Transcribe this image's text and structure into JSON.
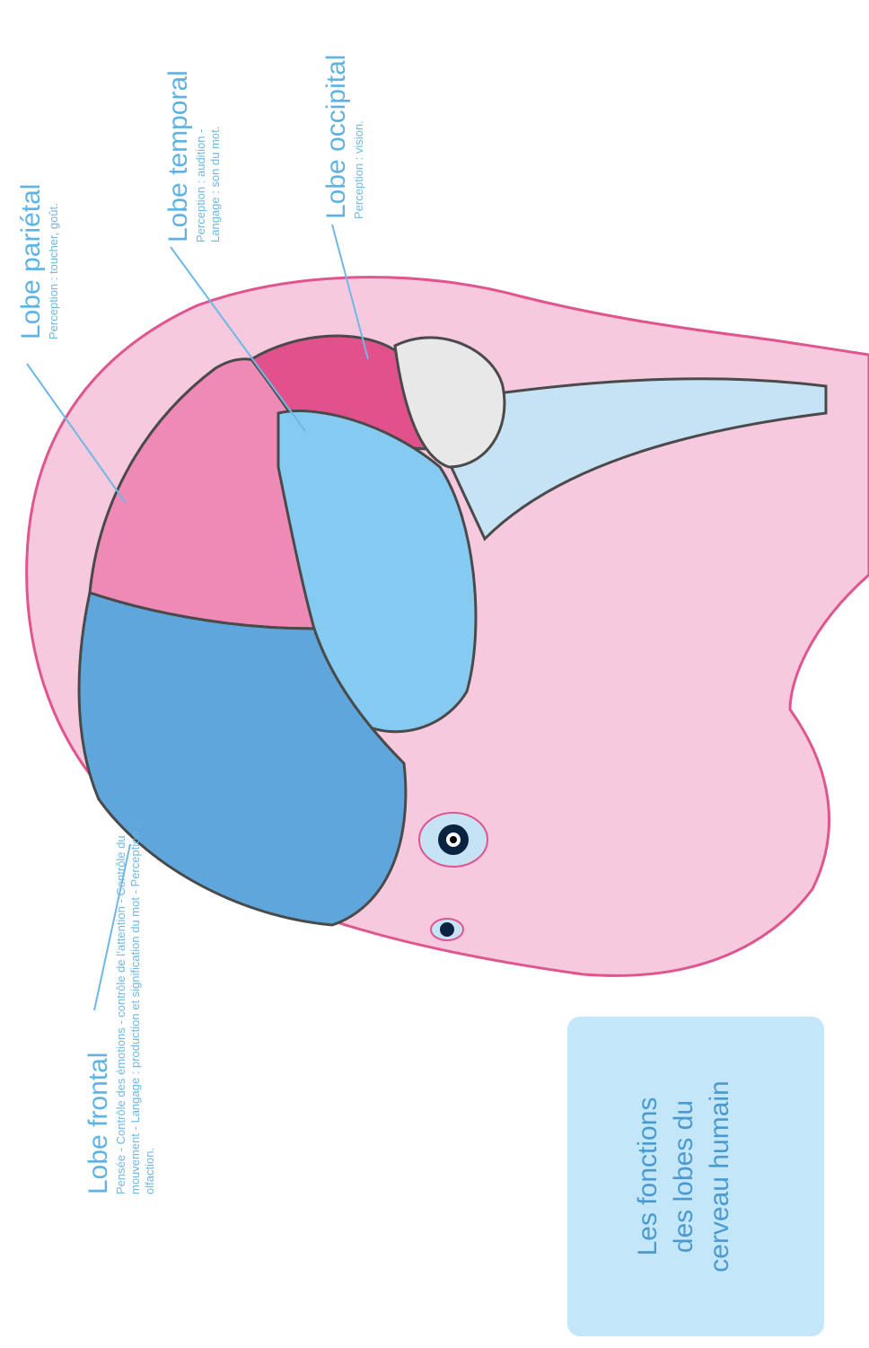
{
  "labels": {
    "parietal": {
      "title": "Lobe pariétal",
      "desc": "Perception : toucher, goût."
    },
    "temporal": {
      "title": "Lobe temporal",
      "desc1": "Perception : audition -",
      "desc2": "Langage : son du mot."
    },
    "occipital": {
      "title": "Lobe occipital",
      "desc": "Perception : vision."
    },
    "frontal": {
      "title": "Lobe frontal",
      "desc": "Pensée - Contrôle des émotions - contrôle de l’attention - Contrôle du mouvement - Langage : production et signification du mot - Perception : olfaction."
    }
  },
  "title_box": {
    "text": "Les fonctions\ndes lobes du\ncerveau humain"
  },
  "colors": {
    "head": "#f7c9de",
    "outline": "#e0558f",
    "frontal": "#5ea6dc",
    "parietal": "#ee8ab5",
    "temporal": "#85cbf1",
    "occipital": "#e1528c",
    "stem": "#c5e3f4",
    "box": "#c3e6f8",
    "text": "#5fb3e3"
  }
}
